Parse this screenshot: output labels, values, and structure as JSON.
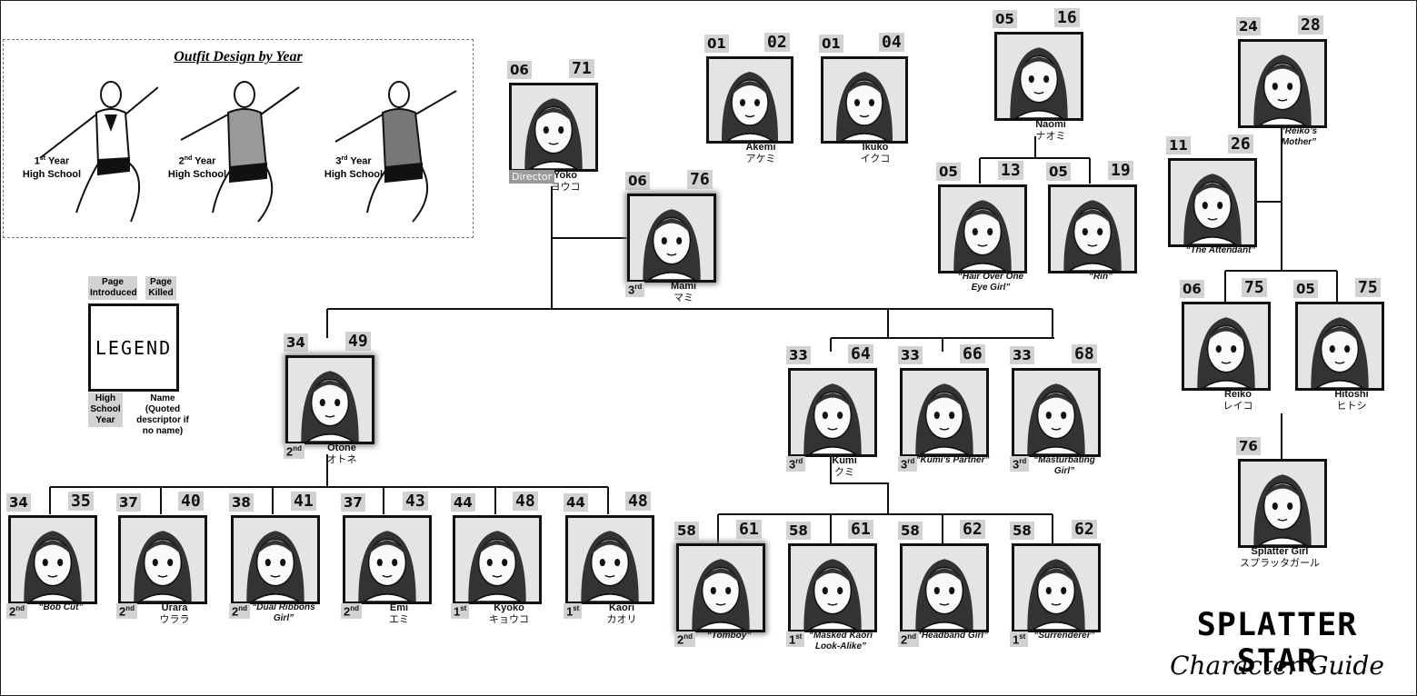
{
  "outfit": {
    "title": "Outfit Design by Year",
    "figures": [
      {
        "ord": "1",
        "sup": "st",
        "line1": "Year",
        "line2": "High School"
      },
      {
        "ord": "2",
        "sup": "nd",
        "line1": "Year",
        "line2": "High School"
      },
      {
        "ord": "3",
        "sup": "rd",
        "line1": "Year",
        "line2": "High School"
      }
    ]
  },
  "legend": {
    "title": "LEGEND",
    "page_introduced": "Page Introduced",
    "page_killed": "Page Killed",
    "high_school_year": "High School Year",
    "name_note": "Name (Quoted descriptor if no name)"
  },
  "title": {
    "main": "SPLATTER STAR",
    "sub": "Character Guide"
  },
  "characters": {
    "yoko": {
      "intro": "06",
      "killed": "71",
      "name": "Yoko",
      "kana": "ヨウコ",
      "role": "Director"
    },
    "mami": {
      "intro": "06",
      "killed": "76",
      "name": "Mami",
      "kana": "マミ",
      "year": "3",
      "sup": "rd"
    },
    "akemi": {
      "intro": "01",
      "killed": "02",
      "name": "Akemi",
      "kana": "アケミ"
    },
    "ikuko": {
      "intro": "01",
      "killed": "04",
      "name": "Ikuko",
      "kana": "イクコ"
    },
    "naomi": {
      "intro": "05",
      "killed": "16",
      "name": "Naomi",
      "kana": "ナオミ"
    },
    "hair": {
      "intro": "05",
      "killed": "13",
      "desc": "“Hair Over One Eye Girl”"
    },
    "rin": {
      "intro": "05",
      "killed": "19",
      "desc": "“Rin”"
    },
    "mother": {
      "intro": "24",
      "killed": "28",
      "desc": "“Reiko’s Mother”"
    },
    "attendant": {
      "intro": "11",
      "killed": "26",
      "desc": "“The Attendant”"
    },
    "reiko": {
      "intro": "06",
      "killed": "75",
      "name": "Reiko",
      "kana": "レイコ"
    },
    "hitoshi": {
      "intro": "05",
      "killed": "75",
      "name": "Hitoshi",
      "kana": "ヒトシ"
    },
    "splatter": {
      "intro": "76",
      "name": "Splatter Girl",
      "kana": "スプラッタガール"
    },
    "otone": {
      "intro": "34",
      "killed": "49",
      "name": "Otone",
      "kana": "オトネ",
      "year": "2",
      "sup": "nd"
    },
    "kumi": {
      "intro": "33",
      "killed": "64",
      "name": "Kumi",
      "kana": "クミ",
      "year": "3",
      "sup": "rd"
    },
    "kpartner": {
      "intro": "33",
      "killed": "66",
      "desc": "“Kumi’s Partner”",
      "year": "3",
      "sup": "rd"
    },
    "masturb": {
      "intro": "33",
      "killed": "68",
      "desc": "“Masturbating Girl”",
      "year": "3",
      "sup": "rd"
    },
    "bobcut": {
      "intro": "34",
      "killed": "35",
      "desc": "“Bob Cut”",
      "year": "2",
      "sup": "nd"
    },
    "urara": {
      "intro": "37",
      "killed": "40",
      "name": "Urara",
      "kana": "ウララ",
      "year": "2",
      "sup": "nd"
    },
    "ribbons": {
      "intro": "38",
      "killed": "41",
      "desc": "“Dual Ribbons Girl”",
      "year": "2",
      "sup": "nd"
    },
    "emi": {
      "intro": "37",
      "killed": "43",
      "name": "Emi",
      "kana": "エミ",
      "year": "2",
      "sup": "nd"
    },
    "kyoko": {
      "intro": "44",
      "killed": "48",
      "name": "Kyoko",
      "kana": "キョウコ",
      "year": "1",
      "sup": "st"
    },
    "kaori": {
      "intro": "44",
      "killed": "48",
      "name": "Kaori",
      "kana": "カオリ",
      "year": "1",
      "sup": "st"
    },
    "tomboy": {
      "intro": "58",
      "killed": "61",
      "desc": "“Tomboy”",
      "year": "2",
      "sup": "nd"
    },
    "masked": {
      "intro": "58",
      "killed": "61",
      "desc": "“Masked Kaori Look-Alike”",
      "year": "1",
      "sup": "st"
    },
    "headband": {
      "intro": "58",
      "killed": "62",
      "desc": "“Headband Girl”",
      "year": "2",
      "sup": "nd"
    },
    "surrender": {
      "intro": "58",
      "killed": "62",
      "desc": "“Surrenderer”",
      "year": "1",
      "sup": "st"
    }
  }
}
